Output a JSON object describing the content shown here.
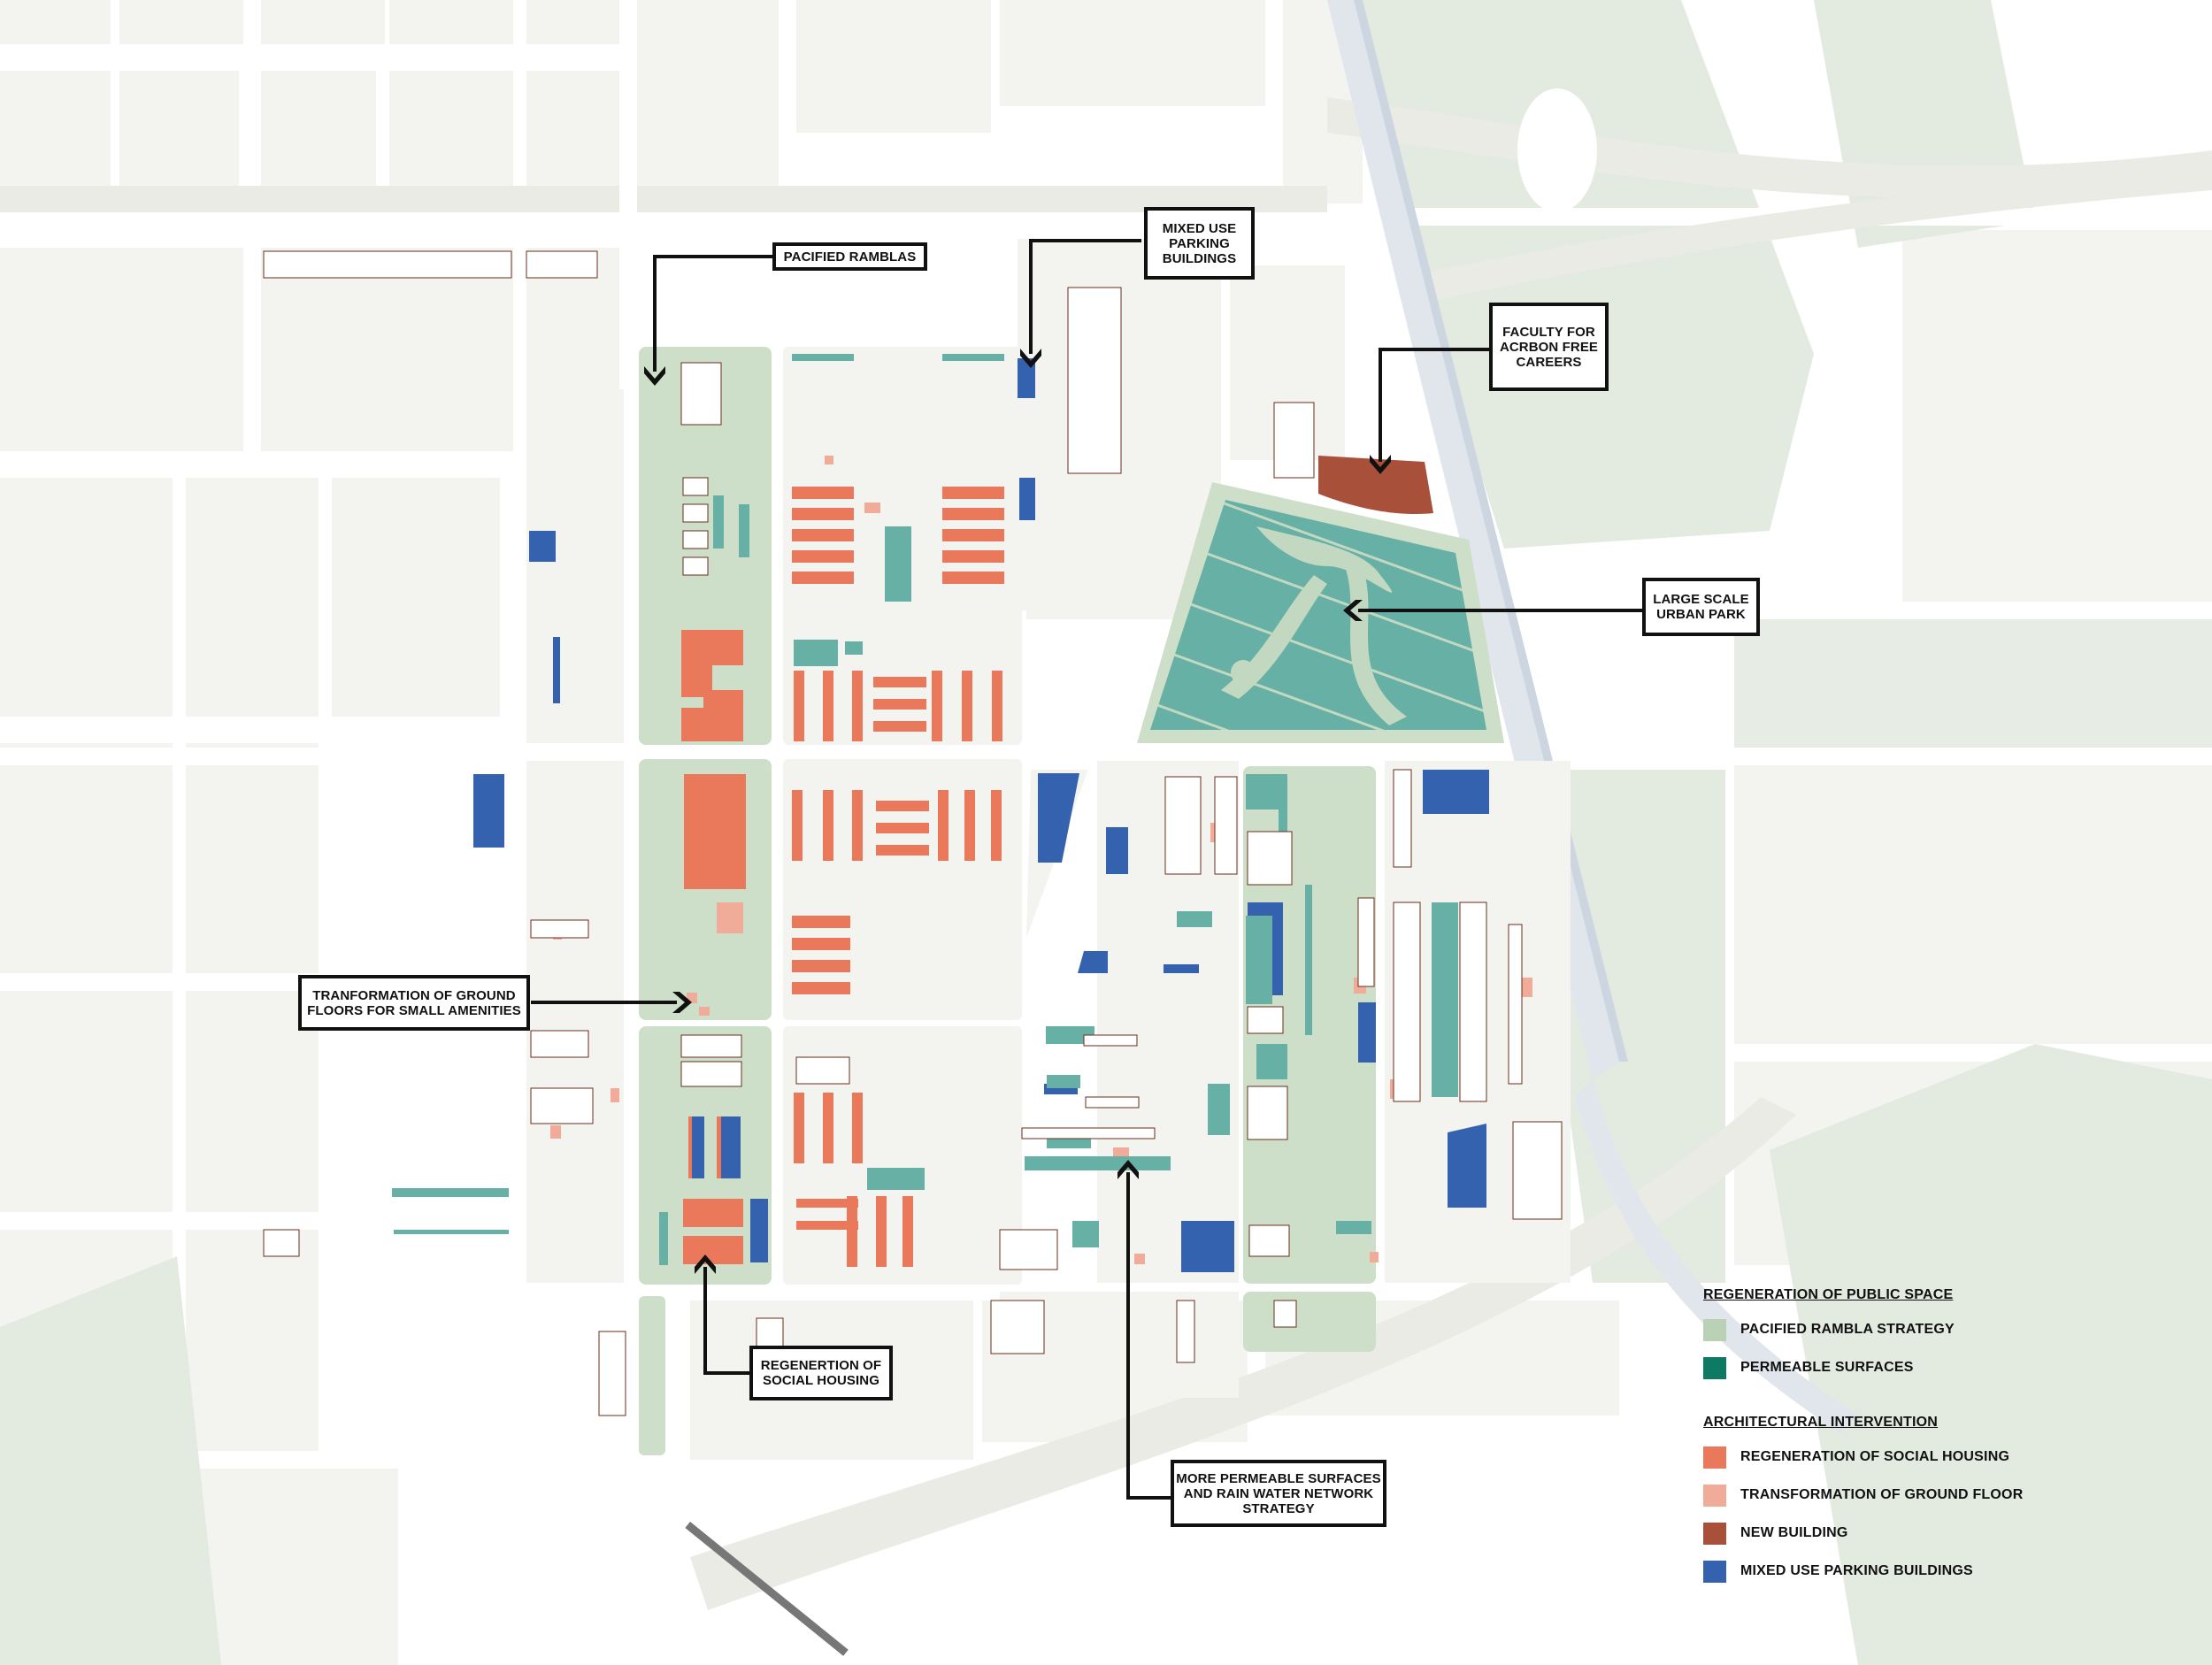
{
  "map": {
    "colors": {
      "background": "#ffffff",
      "block_context": "#f3f4f0",
      "green_context": "#e3eae0",
      "road_band": "#ebebe6",
      "rail": "#e1e5ec",
      "pacified_rambla": "#cddfc8",
      "permeable_surface": "#66b0a5",
      "permeable_light": "#9ccbc3",
      "social_housing": "#e9795a",
      "ground_floor": "#f0ac98",
      "new_building": "#a8503a",
      "parking": "#3562ae",
      "shadow": "#8a8684",
      "building_outline": "#6b2c1a"
    }
  },
  "callouts": [
    {
      "id": "pacified-ramblas",
      "text": "PACIFIED RAMBLAS"
    },
    {
      "id": "mixed-use-parking",
      "text": "MIXED USE\nPARKING\nBUILDINGS"
    },
    {
      "id": "faculty",
      "text": "FACULTY FOR\nACRBON FREE\nCAREERS"
    },
    {
      "id": "urban-park",
      "text": "LARGE SCALE\nURBAN PARK"
    },
    {
      "id": "ground-floors",
      "text": "TRANFORMATION OF GROUND\nFLOORS FOR SMALL AMENITIES"
    },
    {
      "id": "social-housing",
      "text": "REGENERTION OF\nSOCIAL HOUSING"
    },
    {
      "id": "permeable",
      "text": "MORE PERMEABLE SURFACES\nAND RAIN WATER NETWORK\nSTRATEGY"
    }
  ],
  "legend": {
    "groups": [
      {
        "heading": "REGENERATION OF PUBLIC SPACE",
        "items": [
          {
            "label": "PACIFIED RAMBLA STRATEGY",
            "color": "#b9d1b5"
          },
          {
            "label": "PERMEABLE SURFACES",
            "color": "#0f7a64"
          }
        ]
      },
      {
        "heading": "ARCHITECTURAL INTERVENTION",
        "items": [
          {
            "label": "REGENERATION OF SOCIAL HOUSING",
            "color": "#e9795a"
          },
          {
            "label": "TRANSFORMATION OF GROUND FLOOR",
            "color": "#f0ac98"
          },
          {
            "label": "NEW BUILDING",
            "color": "#a8503a"
          },
          {
            "label": "MIXED USE PARKING BUILDINGS",
            "color": "#3562ae"
          }
        ]
      }
    ]
  }
}
